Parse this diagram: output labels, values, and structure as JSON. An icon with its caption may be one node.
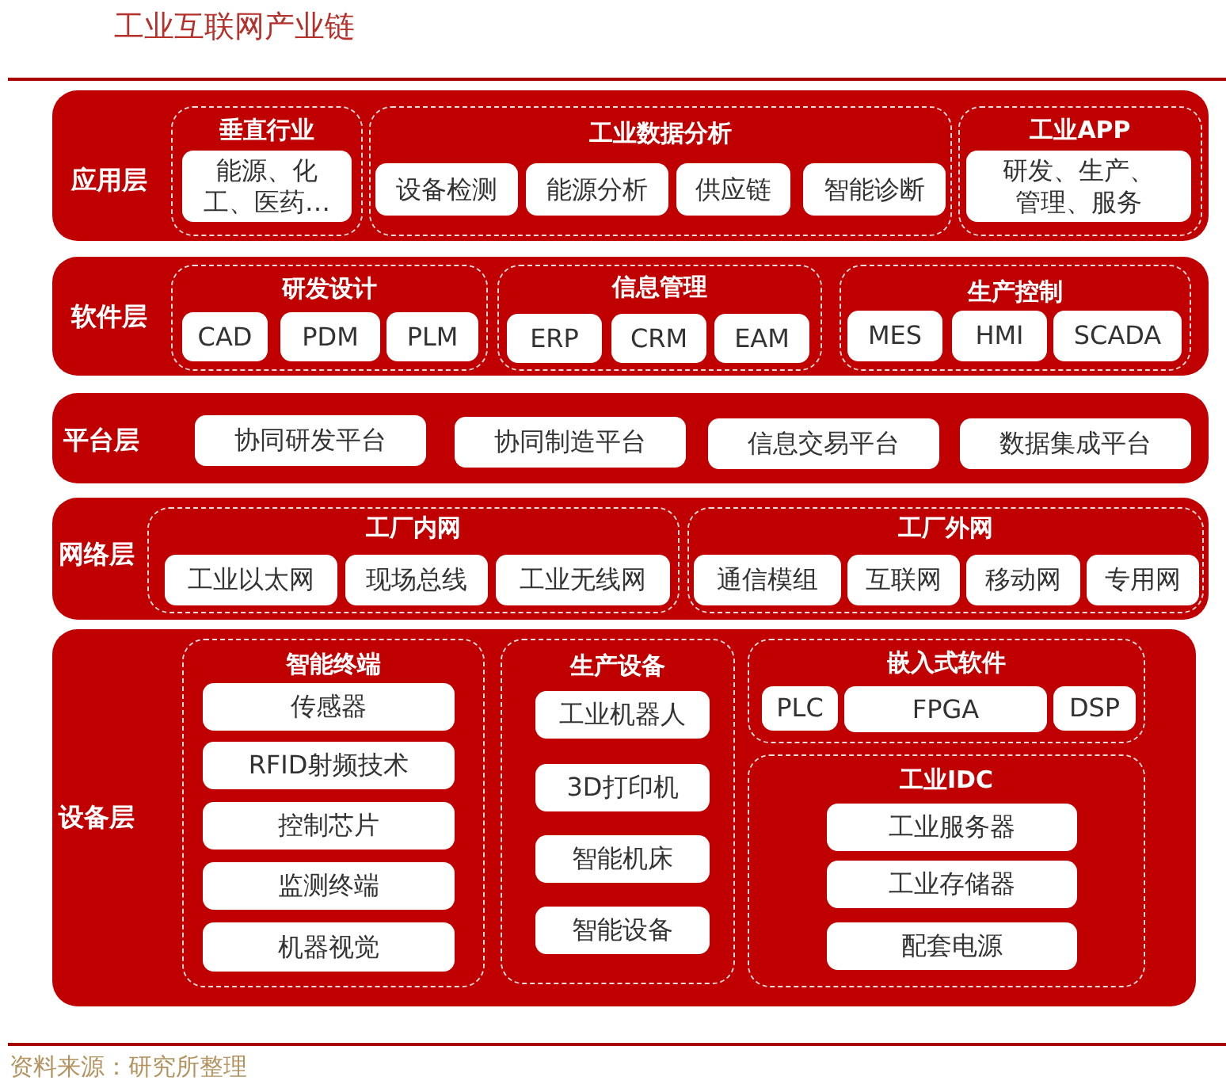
{
  "diagram": {
    "title": "工业互联网产业链",
    "caption": "资料来源：研究所整理",
    "nodes": [
      {
        "text": [
          "应用层"
        ]
      },
      {
        "text": [
          "垂直行业"
        ],
        "in": 0
      },
      {
        "text": [
          "能源、化工、医药…"
        ],
        "in": 1
      },
      {
        "text": [
          "工业数据分析"
        ],
        "in": 0
      },
      {
        "text": [
          "设备检测"
        ],
        "in": 3
      },
      {
        "text": [
          "能源分析"
        ],
        "in": 3
      },
      {
        "text": [
          "供应链"
        ],
        "in": 3
      },
      {
        "text": [
          "智能诊断"
        ],
        "in": 3
      },
      {
        "text": [
          "工业APP"
        ],
        "in": 0
      },
      {
        "text": [
          "研发、生产、管理、服务"
        ],
        "in": 8
      },
      {
        "text": [
          "软件层"
        ]
      },
      {
        "text": [
          "研发设计"
        ],
        "in": 10
      },
      {
        "text": [
          "CAD"
        ],
        "in": 11
      },
      {
        "text": [
          "PDM"
        ],
        "in": 11
      },
      {
        "text": [
          "PLM"
        ],
        "in": 11
      },
      {
        "text": [
          "信息管理"
        ],
        "in": 10
      },
      {
        "text": [
          "ERP"
        ],
        "in": 15
      },
      {
        "text": [
          "CRM"
        ],
        "in": 15
      },
      {
        "text": [
          "EAM"
        ],
        "in": 15
      },
      {
        "text": [
          "生产控制"
        ],
        "in": 10
      },
      {
        "text": [
          "MES"
        ],
        "in": 19
      },
      {
        "text": [
          "HMI"
        ],
        "in": 19
      },
      {
        "text": [
          "SCADA"
        ],
        "in": 19
      },
      {
        "text": [
          "平台层"
        ]
      },
      {
        "text": [
          "协同研发平台"
        ],
        "in": 23
      },
      {
        "text": [
          "协同制造平台"
        ],
        "in": 23
      },
      {
        "text": [
          "信息交易平台"
        ],
        "in": 23
      },
      {
        "text": [
          "数据集成平台"
        ],
        "in": 23
      },
      {
        "text": [
          "网络层"
        ]
      },
      {
        "text": [
          "工厂内网"
        ],
        "in": 28
      },
      {
        "text": [
          "工业以太网"
        ],
        "in": 29
      },
      {
        "text": [
          "现场总线"
        ],
        "in": 29
      },
      {
        "text": [
          "工业无线网"
        ],
        "in": 29
      },
      {
        "text": [
          "工厂外网"
        ],
        "in": 28
      },
      {
        "text": [
          "通信模组"
        ],
        "in": 33
      },
      {
        "text": [
          "互联网"
        ],
        "in": 33
      },
      {
        "text": [
          "移动网"
        ],
        "in": 33
      },
      {
        "text": [
          "专用网"
        ],
        "in": 33
      },
      {
        "text": [
          "设备层"
        ]
      },
      {
        "text": [
          "智能终端"
        ],
        "in": 38
      },
      {
        "text": [
          "传感器"
        ],
        "in": 39
      },
      {
        "text": [
          "RFID射频技术"
        ],
        "in": 39
      },
      {
        "text": [
          "控制芯片"
        ],
        "in": 39
      },
      {
        "text": [
          "监测终端"
        ],
        "in": 39
      },
      {
        "text": [
          "机器视觉"
        ],
        "in": 39
      },
      {
        "text": [
          "生产设备"
        ],
        "in": 38
      },
      {
        "text": [
          "工业机器人"
        ],
        "in": 45
      },
      {
        "text": [
          "3D打印机"
        ],
        "in": 45
      },
      {
        "text": [
          "智能机床"
        ],
        "in": 45
      },
      {
        "text": [
          "智能设备"
        ],
        "in": 45
      },
      {
        "text": [
          "嵌入式软件"
        ],
        "in": 38
      },
      {
        "text": [
          "PLC"
        ],
        "in": 50
      },
      {
        "text": [
          "FPGA"
        ],
        "in": 50
      },
      {
        "text": [
          "DSP"
        ],
        "in": 50
      },
      {
        "text": [
          "工业IDC"
        ],
        "in": 38
      },
      {
        "text": [
          "工业服务器"
        ],
        "in": 54
      },
      {
        "text": [
          "工业存储器"
        ],
        "in": 54
      },
      {
        "text": [
          "配套电源"
        ],
        "in": 54
      }
    ]
  }
}
